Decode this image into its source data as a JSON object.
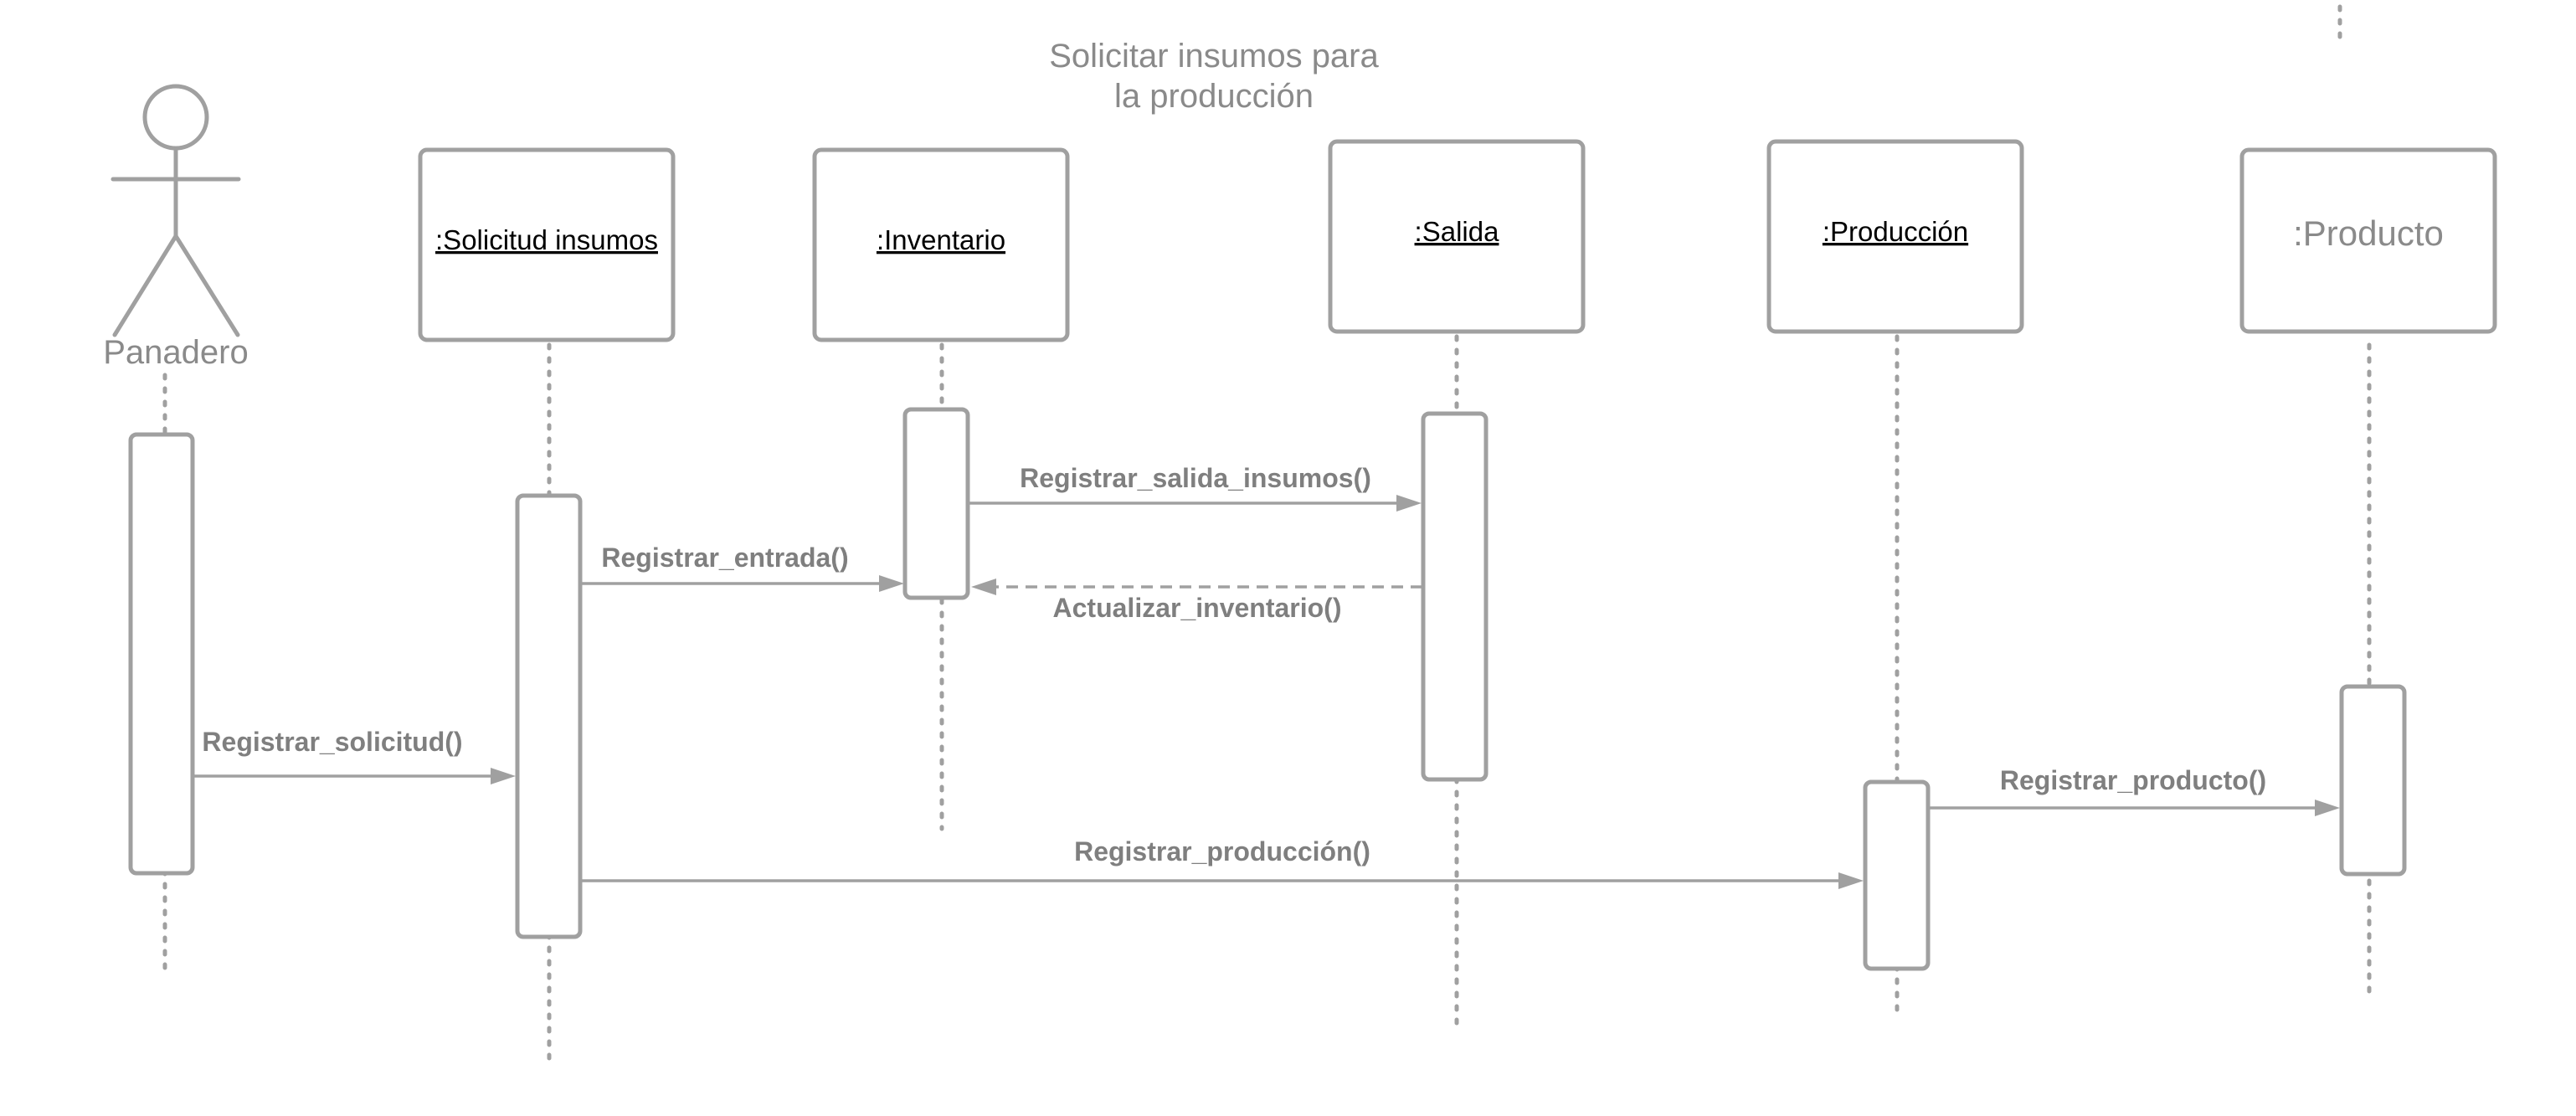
{
  "title": {
    "line1": "Solicitar insumos para",
    "line2": "la producción"
  },
  "actor": {
    "label": "Panadero"
  },
  "objects": [
    {
      "id": "solicitud",
      "label": ":Solicitud insumos"
    },
    {
      "id": "inventario",
      "label": ":Inventario"
    },
    {
      "id": "salida",
      "label": ":Salida"
    },
    {
      "id": "produccion",
      "label": ":Producción"
    },
    {
      "id": "producto",
      "label": ":Producto"
    }
  ],
  "messages": [
    {
      "id": "registrar-salida-insumos",
      "label": "Registrar_salida_insumos()",
      "from": "inventario",
      "to": "salida",
      "style": "solid"
    },
    {
      "id": "registrar-entrada",
      "label": "Registrar_entrada()",
      "from": "solicitud",
      "to": "inventario",
      "style": "solid"
    },
    {
      "id": "actualizar-inventario",
      "label": "Actualizar_inventario()",
      "from": "salida",
      "to": "inventario",
      "style": "dashed"
    },
    {
      "id": "registrar-solicitud",
      "label": "Registrar_solicitud()",
      "from": "panadero",
      "to": "solicitud",
      "style": "solid"
    },
    {
      "id": "registrar-producto",
      "label": "Registrar_producto()",
      "from": "produccion",
      "to": "producto",
      "style": "solid"
    },
    {
      "id": "registrar-produccion",
      "label": "Registrar_producción()",
      "from": "solicitud",
      "to": "produccion",
      "style": "solid"
    }
  ]
}
